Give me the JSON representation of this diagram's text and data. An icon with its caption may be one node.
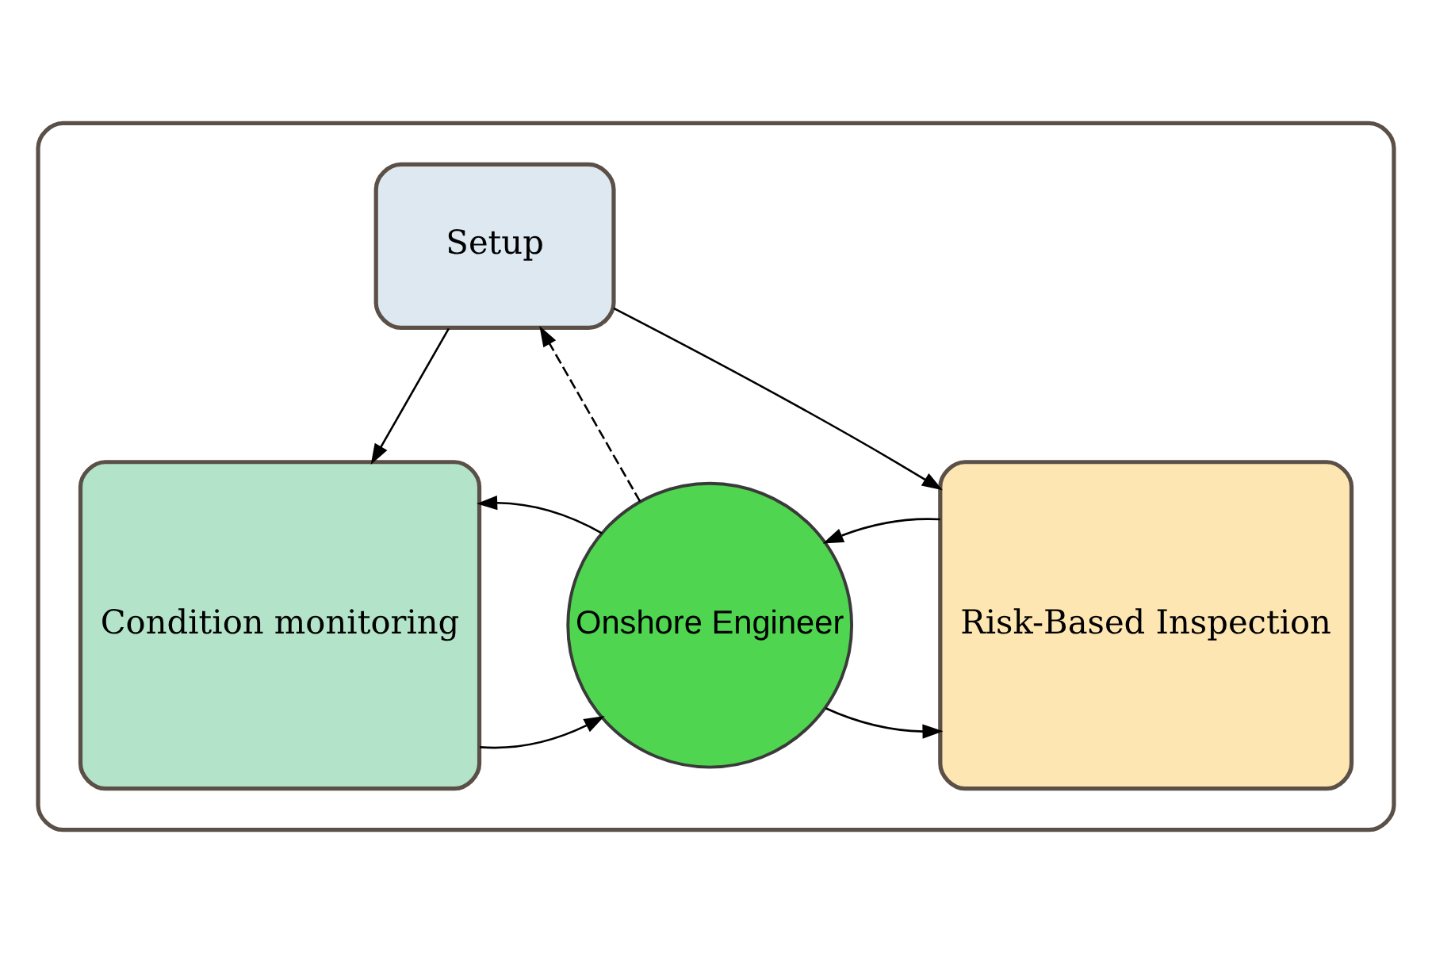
{
  "diagram": {
    "nodes": [
      {
        "text": [],
        "shape": "box"
      },
      {
        "text": [
          "Setup"
        ],
        "in": 0
      },
      {
        "text": [
          "Condition monitoring"
        ],
        "in": 0
      },
      {
        "text": [
          "Onshore Engineer"
        ],
        "in": 0
      },
      {
        "text": [
          "Risk-Based Inspection"
        ],
        "in": 0
      }
    ],
    "edges": [
      {
        "from": 1,
        "to": 2,
        "arrow": "to"
      },
      {
        "from": 1,
        "to": 4,
        "arrow": "to"
      },
      {
        "from": 3,
        "to": 1,
        "arrow": "to",
        "style": "dashed"
      },
      {
        "from": 2,
        "to": 3,
        "arrow": "to"
      },
      {
        "from": 3,
        "to": 2,
        "arrow": "to"
      },
      {
        "from": 3,
        "to": 4,
        "arrow": "to"
      },
      {
        "from": 4,
        "to": 3,
        "arrow": "to"
      }
    ]
  }
}
